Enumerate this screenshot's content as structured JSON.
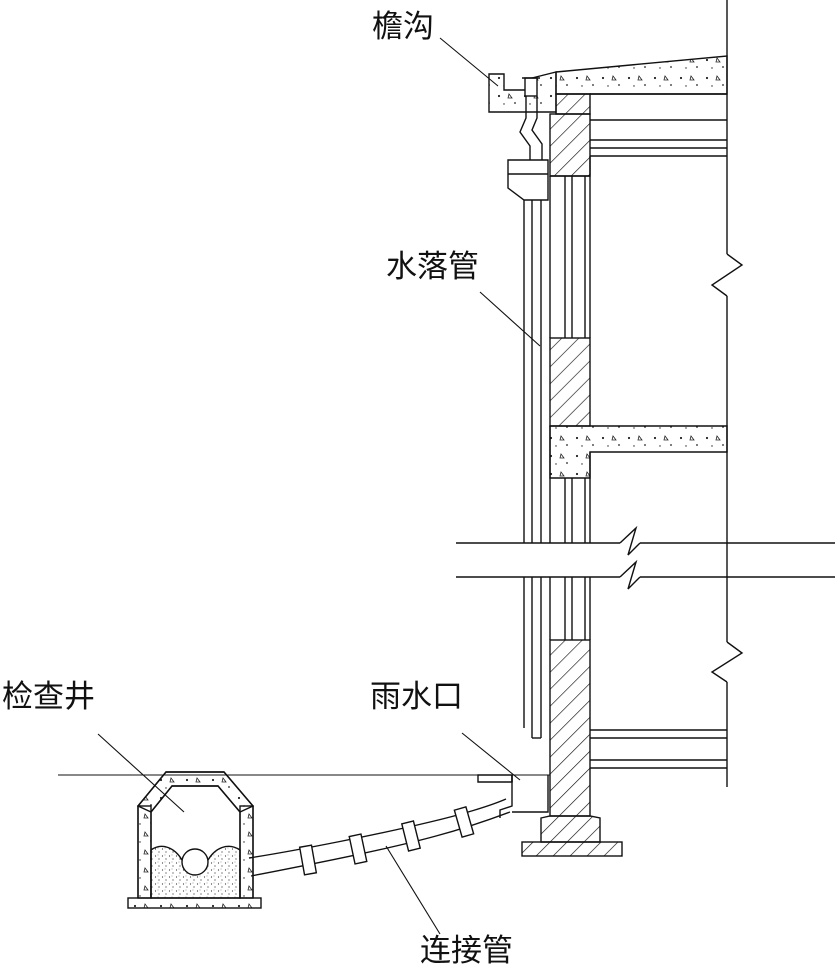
{
  "labels": {
    "eaves_gutter": "檐沟",
    "downpipe": "水落管",
    "inspection_well": "检查井",
    "rain_inlet": "雨水口",
    "connecting_pipe": "连接管"
  }
}
